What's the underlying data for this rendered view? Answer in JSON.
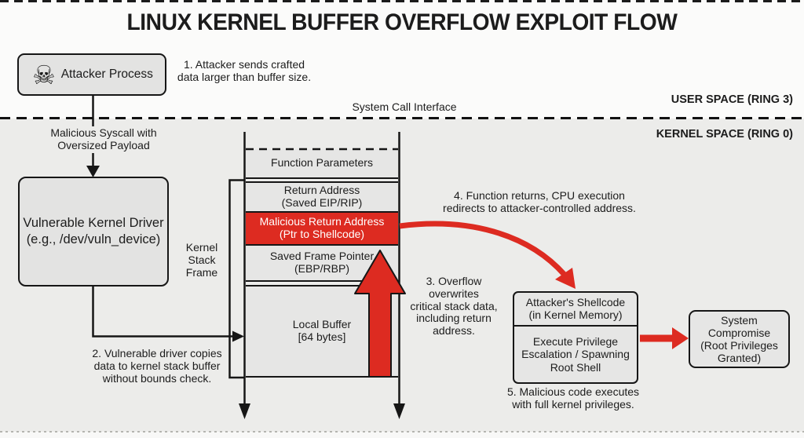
{
  "title": "LINUX KERNEL BUFFER OVERFLOW EXPLOIT FLOW",
  "layers": {
    "user_space_label": "USER SPACE (RING 3)",
    "kernel_space_label": "KERNEL SPACE (RING 0)",
    "syscall_interface_label": "System Call Interface"
  },
  "attacker_process": {
    "label": "Attacker Process",
    "icon": "skull-and-crossbones",
    "glyph": "☠"
  },
  "syscall_annotation": "Malicious Syscall with\nOversized Payload",
  "driver": {
    "label": "Vulnerable Kernel Driver\n(e.g., /dev/vuln_device)"
  },
  "stack": {
    "frame_label": "Kernel\nStack\nFrame",
    "cells": [
      {
        "id": "function-parameters",
        "label": "Function Parameters",
        "malicious": false
      },
      {
        "id": "return-address",
        "label": "Return Address\n(Saved EIP/RIP)",
        "malicious": false
      },
      {
        "id": "malicious-return-address",
        "label": "Malicious Return Address\n(Ptr to Shellcode)",
        "malicious": true
      },
      {
        "id": "saved-frame-pointer",
        "label": "Saved Frame Pointer\n(EBP/RBP)",
        "malicious": false
      },
      {
        "id": "local-buffer",
        "label": "Local Buffer\n[64 bytes]",
        "malicious": false
      }
    ]
  },
  "steps": [
    "1. Attacker sends crafted\ndata larger than buffer size.",
    "2. Vulnerable driver copies\ndata to kernel stack buffer\nwithout bounds check.",
    "3. Overflow\noverwrites\ncritical stack data,\nincluding return\naddress.",
    "4. Function returns, CPU execution\nredirects to attacker-controlled address.",
    "5. Malicious code executes\nwith full kernel privileges."
  ],
  "shellcode_box": {
    "top": "Attacker's Shellcode\n(in Kernel Memory)",
    "bottom": "Execute Privilege\nEscalation / Spawning\nRoot Shell"
  },
  "system_compromise": {
    "label": "System\nCompromise\n(Root Privileges\nGranted)"
  },
  "colors": {
    "danger_red": "#dd2b21",
    "box_fill": "#e6e6e5",
    "kernel_bg": "#ececea",
    "line": "#161616"
  }
}
